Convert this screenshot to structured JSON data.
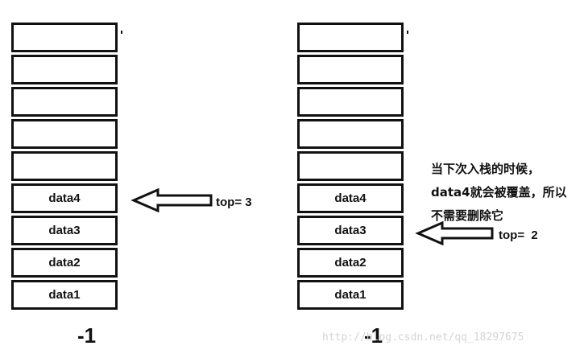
{
  "left_stack": {
    "slots": [
      "",
      "",
      "",
      "",
      "",
      "data4",
      "data3",
      "data2",
      "data1"
    ],
    "base_label": "-1",
    "top_label": "top= 3"
  },
  "right_stack": {
    "slots": [
      "",
      "",
      "",
      "",
      "",
      "data4",
      "data3",
      "data2",
      "data1"
    ],
    "base_label": "-1",
    "top_label": "top=  2"
  },
  "note": "当下次入栈的时候，data4就会被覆盖，所以不需要删除它",
  "watermark": "http://blog.csdn.net/qq_18297675",
  "colors": {
    "border": "#111111",
    "background": "#ffffff",
    "watermark": "#d4d4d4"
  },
  "icons": {
    "pointer": "left-arrow-icon"
  }
}
